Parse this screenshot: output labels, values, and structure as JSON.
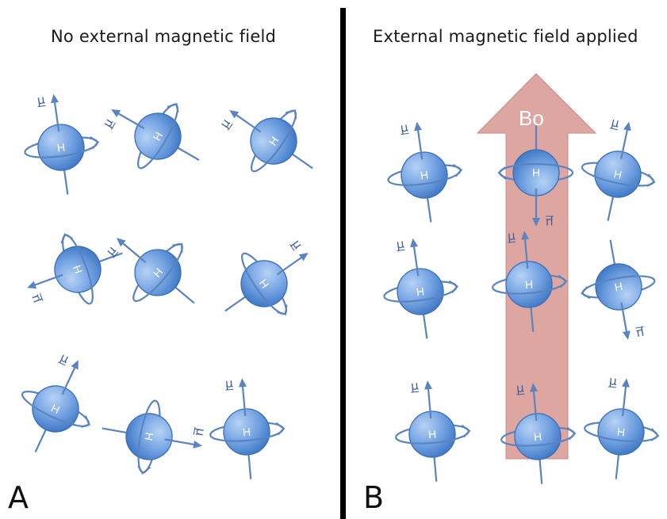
{
  "panel_a": {
    "title": "No external magnetic field",
    "letter": "A",
    "spins": [
      {
        "atom": "H",
        "moment": "μ"
      },
      {
        "atom": "H",
        "moment": "μ"
      },
      {
        "atom": "H",
        "moment": "μ"
      },
      {
        "atom": "H",
        "moment": "μ"
      },
      {
        "atom": "H",
        "moment": "μ"
      },
      {
        "atom": "H",
        "moment": "μ"
      },
      {
        "atom": "H",
        "moment": "μ"
      },
      {
        "atom": "H",
        "moment": "μ"
      },
      {
        "atom": "H",
        "moment": "μ"
      }
    ]
  },
  "panel_b": {
    "title": "External magnetic field applied",
    "letter": "B",
    "field_label": "Bo",
    "spins": [
      {
        "atom": "H",
        "moment": "μ",
        "alignment": "parallel"
      },
      {
        "atom": "H",
        "moment": "μ",
        "alignment": "antiparallel"
      },
      {
        "atom": "H",
        "moment": "μ",
        "alignment": "parallel"
      },
      {
        "atom": "H",
        "moment": "μ",
        "alignment": "parallel"
      },
      {
        "atom": "H",
        "moment": "μ",
        "alignment": "parallel"
      },
      {
        "atom": "H",
        "moment": "μ",
        "alignment": "antiparallel"
      },
      {
        "atom": "H",
        "moment": "μ",
        "alignment": "parallel"
      },
      {
        "atom": "H",
        "moment": "μ",
        "alignment": "parallel"
      },
      {
        "atom": "H",
        "moment": "μ",
        "alignment": "parallel"
      }
    ]
  },
  "colors": {
    "sphere_light": "#a9c8ef",
    "sphere_dark": "#4d87d2",
    "line": "#5581bd",
    "field_arrow": "#d99a94",
    "divider": "#000000"
  }
}
